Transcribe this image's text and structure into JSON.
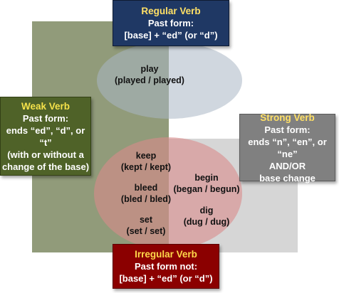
{
  "colors": {
    "weak_region": "#7e8a63",
    "strong_region": "#cfcfcf",
    "regular_oval": "#a9b6c4",
    "irregular_oval": "#d88a8a",
    "regular_box": "#1f3864",
    "weak_box": "#4f6228",
    "strong_box": "#808080",
    "irregular_box": "#8b0000"
  },
  "boxes": {
    "regular": {
      "title": "Regular Verb",
      "line1": "Past form:",
      "line2": "[base] + “ed” (or “d”)"
    },
    "weak": {
      "title": "Weak Verb",
      "line1": "Past form:",
      "line2": "ends “ed”, “d”, or “t”",
      "line3": "(with or without a",
      "line4": "change of  the base)"
    },
    "strong": {
      "title": "Strong Verb",
      "line1": "Past form:",
      "line2": "ends “n”, “en”, or “ne”",
      "line3": "AND/OR",
      "line4": "base change"
    },
    "irregular": {
      "title": "Irregular Verb",
      "line1": "Past form not:",
      "line2": "[base] + “ed” (or “d”)"
    }
  },
  "examples": {
    "play": {
      "verb": "play",
      "forms": "(played / played)"
    },
    "keep": {
      "verb": "keep",
      "forms": "(kept / kept)"
    },
    "bleed": {
      "verb": "bleed",
      "forms": "(bled / bled)"
    },
    "set": {
      "verb": "set",
      "forms": "(set / set)"
    },
    "begin": {
      "verb": "begin",
      "forms": "(began / begun)"
    },
    "dig": {
      "verb": "dig",
      "forms": "(dug / dug)"
    }
  }
}
